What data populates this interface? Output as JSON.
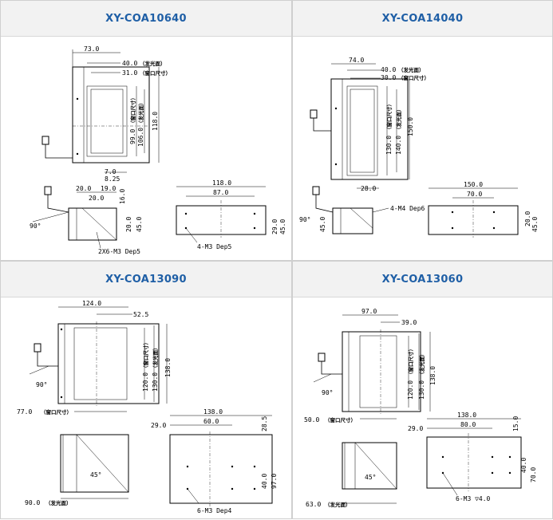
{
  "panels": [
    {
      "title": "XY-COA10640",
      "top": {
        "dims": [
          "73.0",
          "40.0",
          "31.0",
          "99.0",
          "106.0",
          "118.0",
          "7.0",
          "8.25"
        ],
        "notes": [
          "（发光面）",
          "（窗口尺寸）",
          "（窗口尺寸）",
          "（发光面）"
        ]
      },
      "side": {
        "dims": [
          "20.0",
          "19.0",
          "20.0",
          "16.0",
          "20.0",
          "45.0",
          "90°"
        ],
        "note": "2X6-M3 Dep5"
      },
      "end": {
        "dims": [
          "118.0",
          "87.0",
          "29.0",
          "45.0"
        ],
        "note": "4-M3 Dep5"
      }
    },
    {
      "title": "XY-COA14040",
      "top": {
        "dims": [
          "74.0",
          "40.0",
          "30.0",
          "130.0",
          "140.0",
          "150.0",
          "28.0"
        ],
        "notes": [
          "（发光面）",
          "（窗口尺寸）",
          "（窗口尺寸）",
          "（发光面）"
        ]
      },
      "side": {
        "dims": [
          "45.0",
          "90°"
        ],
        "note": "4-M4 Dep6"
      },
      "end": {
        "dims": [
          "150.0",
          "70.0",
          "20.0",
          "45.0"
        ]
      }
    },
    {
      "title": "XY-COA13090",
      "top": {
        "dims": [
          "124.0",
          "52.5",
          "120.0",
          "130.0",
          "138.0",
          "77.0",
          "90°"
        ],
        "notes": [
          "（窗口尺寸）",
          "（发光面）",
          "（窗口尺寸）"
        ]
      },
      "side": {
        "dims": [
          "45°",
          "90.0"
        ],
        "note": "（发光面）"
      },
      "end": {
        "dims": [
          "138.0",
          "29.0",
          "60.0",
          "28.5",
          "40.0",
          "97.0"
        ],
        "note": "6-M3 Dep4"
      }
    },
    {
      "title": "XY-COA13060",
      "top": {
        "dims": [
          "97.0",
          "39.0",
          "120.0",
          "130.0",
          "138.0",
          "50.0",
          "90°"
        ],
        "notes": [
          "（窗口尺寸）",
          "（发光面）",
          "（窗口尺寸）"
        ]
      },
      "side": {
        "dims": [
          "45°",
          "63.0"
        ],
        "note": "（发光面）"
      },
      "end": {
        "dims": [
          "138.0",
          "29.0",
          "80.0",
          "15.0",
          "40.0",
          "70.0"
        ],
        "note": "6-M3 ▽4.0"
      }
    }
  ]
}
